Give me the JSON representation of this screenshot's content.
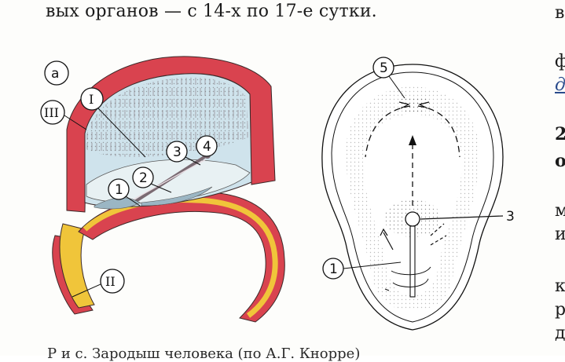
{
  "text": {
    "top_line": "вых органов — с 14-х по 17-е сутки.",
    "caption": "Р и с.   Зародыш человека (по А.Г. Кнорре)"
  },
  "right_column": {
    "line1": "в",
    "line2": "ф",
    "line3": "д",
    "line4": "2",
    "line5": "о",
    "line6": "м",
    "line7": "и",
    "line8": "к",
    "line9": "р",
    "line10": "д"
  },
  "figure_a": {
    "panel_label": "а",
    "labels": {
      "I": "I",
      "II": "II",
      "III": "III",
      "n1": "1",
      "n2": "2",
      "n3": "3",
      "n4": "4"
    }
  },
  "figure_b": {
    "labels": {
      "n1": "1",
      "n3": "3",
      "n5": "5"
    }
  },
  "colors": {
    "amnion_red": "#d9434f",
    "yolk_yellow": "#f0c53a",
    "cavity_blue": "#cfe3ec",
    "ectoderm_grey": "#8a7f86"
  }
}
